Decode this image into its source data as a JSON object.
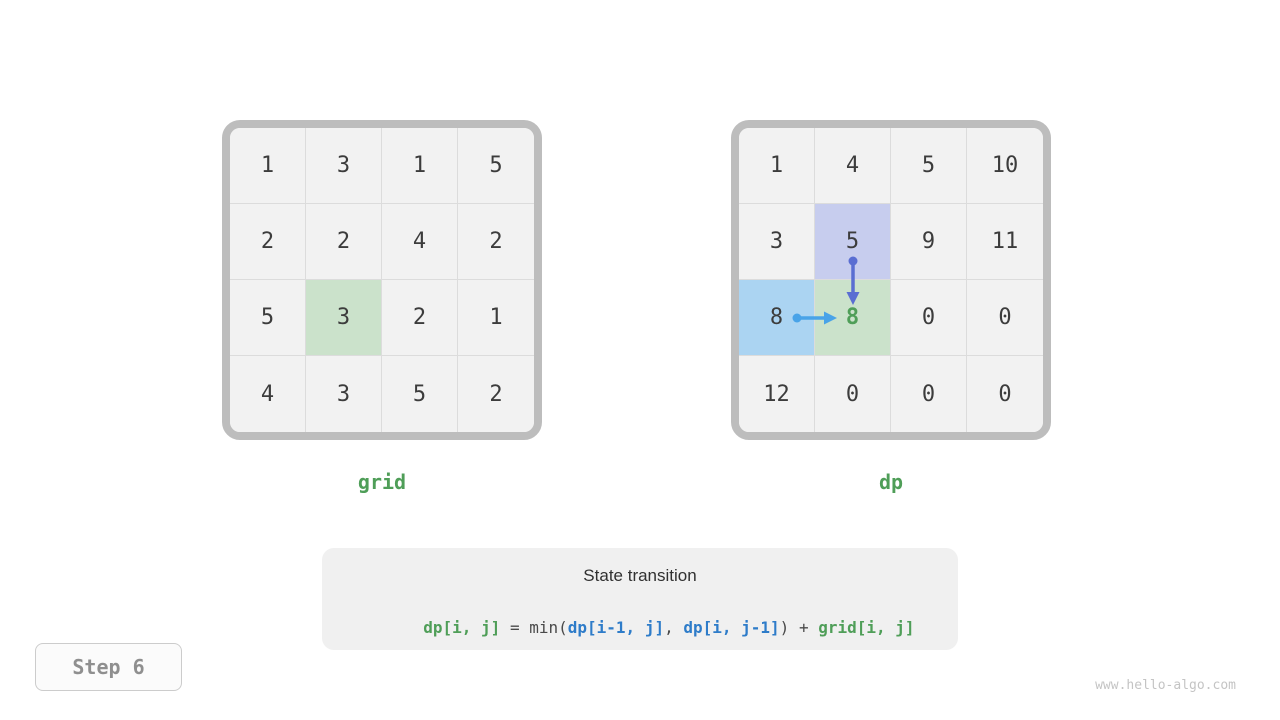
{
  "colors": {
    "cell_bg": "#f2f2f2",
    "grid_border": "#bdbdbd",
    "cell_line": "#dcdcdc",
    "hl_green": "#cbe2cb",
    "hl_purple": "#c7cdee",
    "hl_blue": "#abd4f2",
    "green_text": "#4f9e58",
    "blue_text": "#2e7cc9",
    "arrow_blue": "#49a3e8",
    "arrow_indigo": "#5a6ed2",
    "dark_text": "#3c3c3c",
    "muted_text": "#8f8f8f",
    "box_bg": "#f0f0f0",
    "step_border": "#cccccc",
    "watermark_text": "#c4c4c4"
  },
  "left_grid": {
    "label": "grid",
    "rows": [
      [
        "1",
        "3",
        "1",
        "5"
      ],
      [
        "2",
        "2",
        "4",
        "2"
      ],
      [
        "5",
        "3",
        "2",
        "1"
      ],
      [
        "4",
        "3",
        "5",
        "2"
      ]
    ],
    "highlighted_cell": {
      "row": 2,
      "col": 1,
      "style": "green"
    }
  },
  "right_grid": {
    "label": "dp",
    "rows": [
      [
        "1",
        "4",
        "5",
        "10"
      ],
      [
        "3",
        "5",
        "9",
        "11"
      ],
      [
        "8",
        "8",
        "0",
        "0"
      ],
      [
        "12",
        "0",
        "0",
        "0"
      ]
    ],
    "highlighted_cells": [
      {
        "row": 1,
        "col": 1,
        "style": "purple"
      },
      {
        "row": 2,
        "col": 0,
        "style": "blue"
      },
      {
        "row": 2,
        "col": 1,
        "style": "green",
        "text": "green-bold"
      }
    ],
    "arrows": [
      {
        "from": "dp[1][1]",
        "to": "dp[2][1]",
        "direction": "down",
        "color": "#5a6ed2"
      },
      {
        "from": "dp[2][0]",
        "to": "dp[2][1]",
        "direction": "right",
        "color": "#49a3e8"
      }
    ]
  },
  "formula_box": {
    "title": "State transition",
    "tokens": [
      {
        "text": "dp[i, j]",
        "color": "green"
      },
      {
        "text": " = ",
        "color": "plain"
      },
      {
        "text": "min(",
        "color": "plain"
      },
      {
        "text": "dp[i-1, j]",
        "color": "blue"
      },
      {
        "text": ", ",
        "color": "plain"
      },
      {
        "text": "dp[i, j-1]",
        "color": "blue"
      },
      {
        "text": ")",
        "color": "plain"
      },
      {
        "text": " + ",
        "color": "plain"
      },
      {
        "text": "grid[i, j]",
        "color": "green"
      }
    ]
  },
  "step_badge": {
    "label": "Step 6"
  },
  "watermark": "www.hello-algo.com"
}
